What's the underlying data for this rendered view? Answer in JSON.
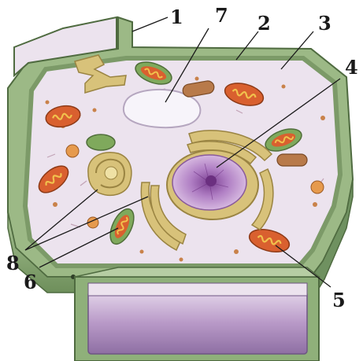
{
  "diagram": {
    "labels": [
      {
        "id": "1",
        "text": "1"
      },
      {
        "id": "2",
        "text": "2"
      },
      {
        "id": "3",
        "text": "3"
      },
      {
        "id": "4",
        "text": "4"
      },
      {
        "id": "5",
        "text": "5"
      },
      {
        "id": "6",
        "text": "6"
      },
      {
        "id": "7",
        "text": "7"
      },
      {
        "id": "8",
        "text": "8"
      }
    ]
  },
  "colors": {
    "cell_wall": "#8fb07a",
    "cell_wall_dark": "#5f7f4c",
    "cytoplasm": "#ece3ee",
    "vacuole": "#c9b0d3",
    "nucleus": "#b37fc3",
    "golgi": "#d8c27a",
    "mitochondria_outer": "#d9602f",
    "mitochondria_inner": "#f1c24d",
    "chloroplast": "#7fa95c"
  }
}
